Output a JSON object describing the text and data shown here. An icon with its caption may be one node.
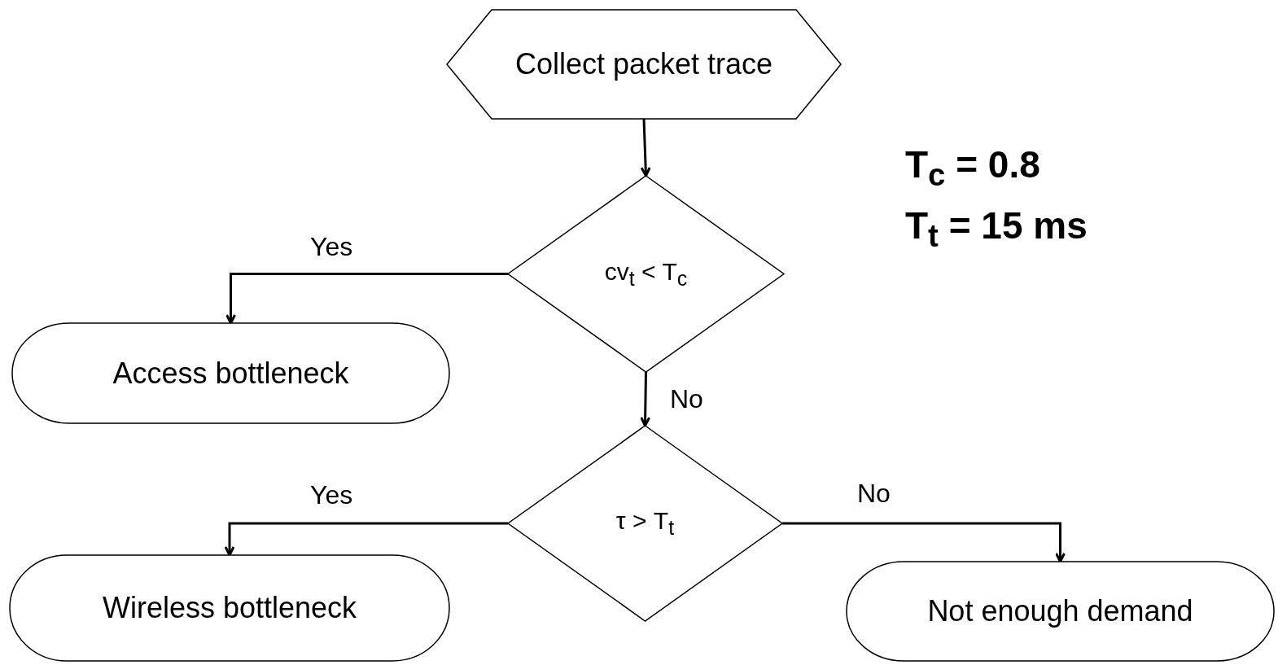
{
  "diagram": {
    "nodes": [
      {
        "text": [
          "Collect packet trace"
        ]
      },
      {
        "text": [
          "cv$_{t}$ < T$_{c}$"
        ]
      },
      {
        "text": [
          "Access bottleneck"
        ]
      },
      {
        "text": [
          "τ > T$_{t}$"
        ]
      },
      {
        "text": [
          "Wireless bottleneck"
        ]
      },
      {
        "text": [
          "Not enough demand"
        ]
      }
    ],
    "edges": [
      {
        "from": 0,
        "to": 1,
        "arrow": "to"
      },
      {
        "from": 1,
        "to": 2,
        "arrow": "to",
        "label": "Yes"
      },
      {
        "from": 1,
        "to": 3,
        "arrow": "to",
        "label": "No"
      },
      {
        "from": 3,
        "to": 4,
        "arrow": "to",
        "label": "Yes"
      },
      {
        "from": 3,
        "to": 5,
        "arrow": "to",
        "label": "No"
      }
    ],
    "labels": [
      "T$_{c}$ = 0.8",
      "T$_{t}$ = 15 ms"
    ]
  }
}
